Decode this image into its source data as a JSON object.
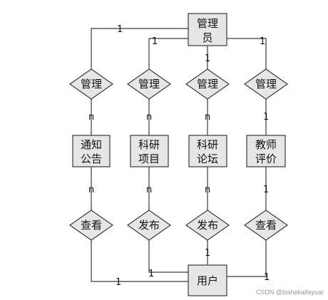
{
  "entities": {
    "admin": [
      "管理",
      "员"
    ],
    "notice": [
      "通知",
      "公告"
    ],
    "project": [
      "科研",
      "项目"
    ],
    "forum": [
      "科研",
      "论坛"
    ],
    "evaluation": [
      "教师",
      "评价"
    ],
    "user": [
      "用户"
    ]
  },
  "relationships": {
    "manage_notice": "管理",
    "manage_project": "管理",
    "manage_forum": "管理",
    "manage_evaluation": "管理",
    "view_notice": "查看",
    "publish_project": "发布",
    "publish_forum": "发布",
    "view_evaluation": "查看"
  },
  "cardinalities": {
    "admin_notice": "1",
    "admin_project": "1",
    "admin_forum": "1",
    "admin_evaluation": "1",
    "notice_from_admin": "n",
    "project_from_admin": "n",
    "forum_from_admin": "n",
    "evaluation_from_admin": "1",
    "notice_to_user": "n",
    "project_to_user": "n",
    "forum_to_user": "n",
    "evaluation_to_user": "1",
    "user_notice": "1",
    "user_project": "1",
    "user_forum": "1",
    "user_evaluation": "1"
  },
  "colors": {
    "fill": "#e6e6e6",
    "stroke": "#3a3a3a",
    "text": "#111111",
    "watermark": "#9a9a9a"
  },
  "watermark": "CSDN @bishekaifayuar"
}
